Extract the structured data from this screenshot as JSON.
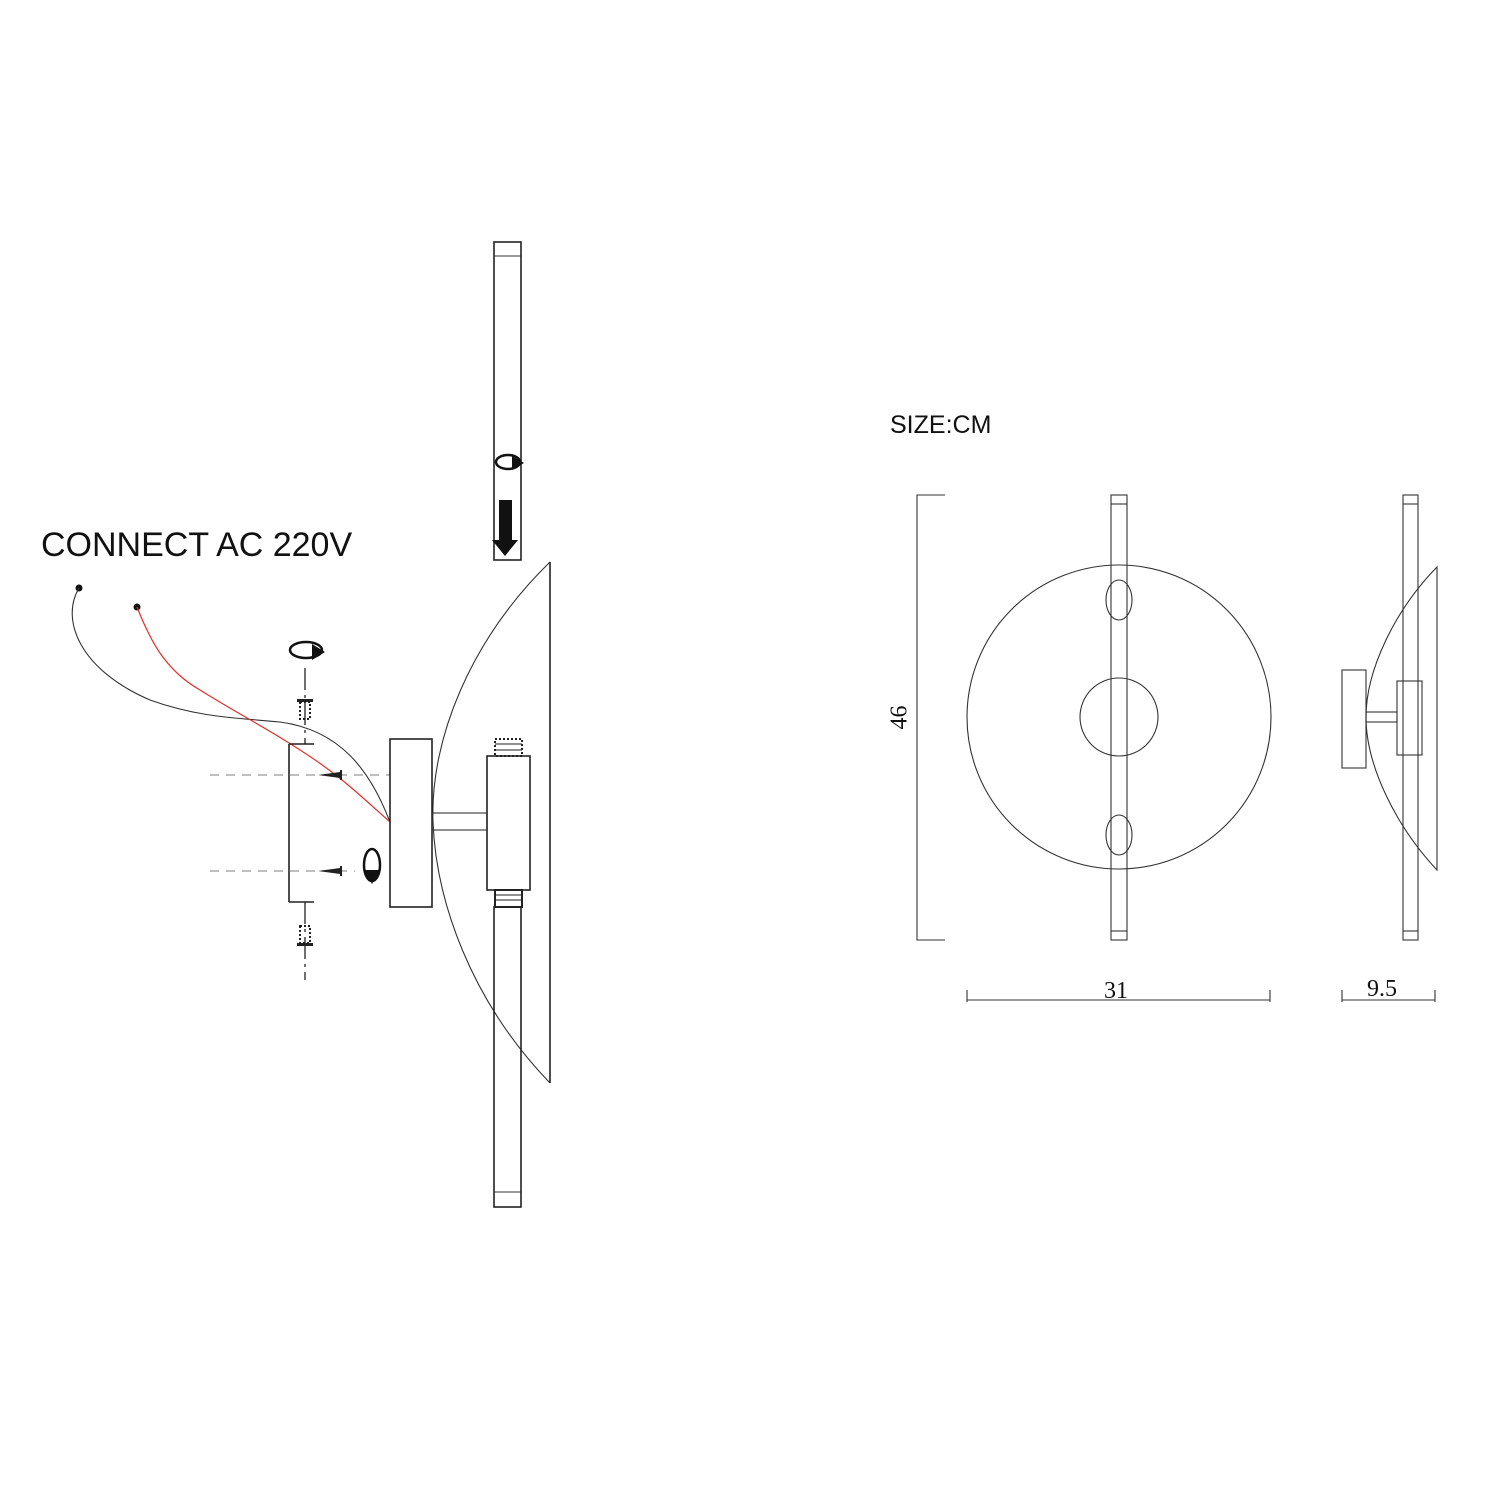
{
  "installation": {
    "label": "CONNECT AC 220V"
  },
  "dimensions": {
    "unit_label": "SIZE:CM",
    "height": "46",
    "width": "31",
    "depth": "9.5"
  },
  "colors": {
    "live_wire": "#e0302a",
    "neutral_wire": "#222222"
  }
}
